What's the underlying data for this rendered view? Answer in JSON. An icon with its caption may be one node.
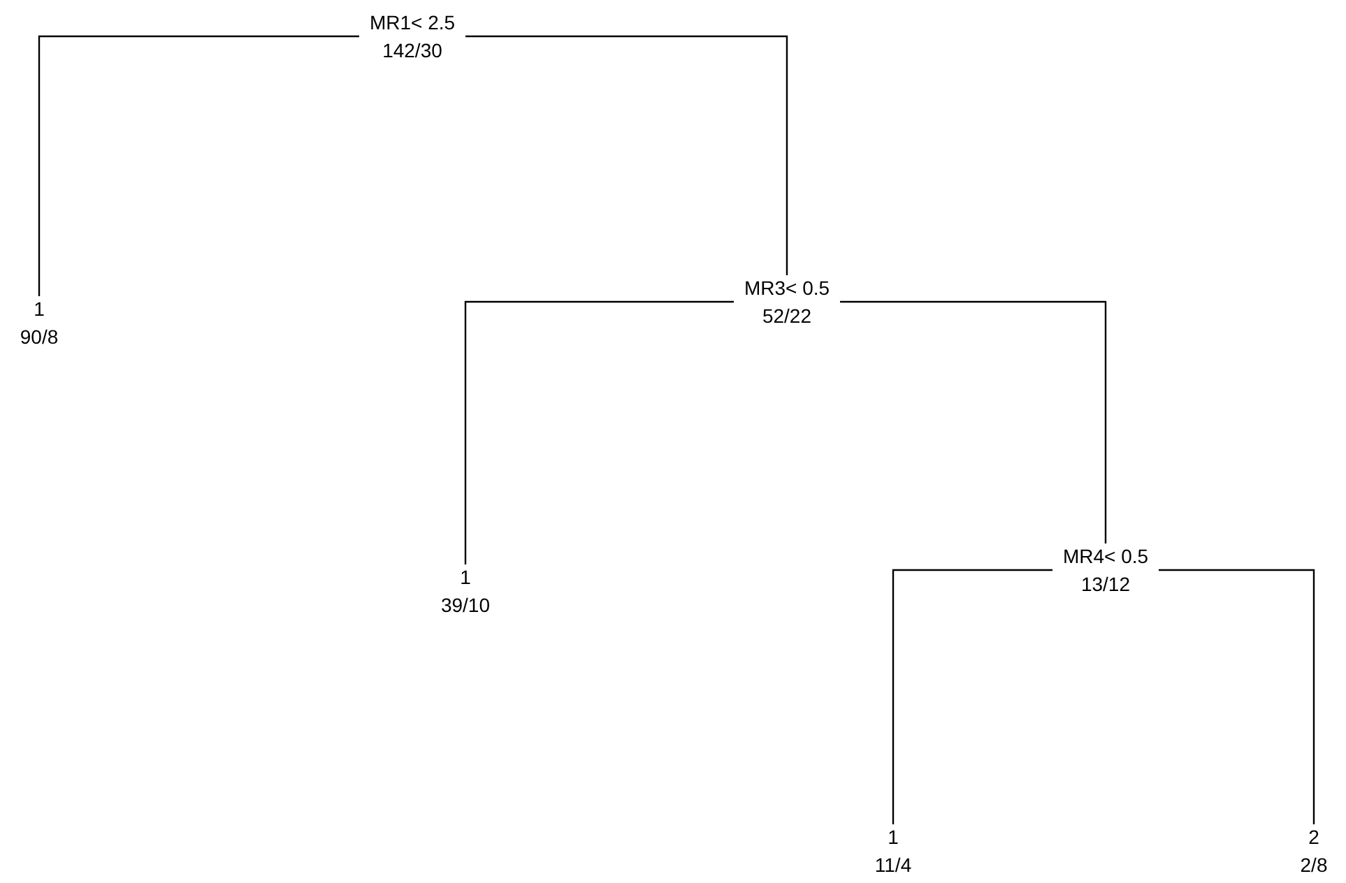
{
  "diagram": {
    "nodes": [
      {
        "text": [
          "MR1< 2.5",
          "142/30"
        ]
      },
      {
        "text": [
          "1",
          "90/8"
        ]
      },
      {
        "text": [
          "MR3< 0.5",
          "52/22"
        ]
      },
      {
        "text": [
          "1",
          "39/10"
        ]
      },
      {
        "text": [
          "MR4< 0.5",
          "13/12"
        ]
      },
      {
        "text": [
          "1",
          "11/4"
        ]
      },
      {
        "text": [
          "2",
          "2/8"
        ]
      }
    ],
    "edges": [
      {
        "from": 0,
        "to": 1,
        "arrow": "none"
      },
      {
        "from": 0,
        "to": 2,
        "arrow": "none"
      },
      {
        "from": 2,
        "to": 3,
        "arrow": "none"
      },
      {
        "from": 2,
        "to": 4,
        "arrow": "none"
      },
      {
        "from": 4,
        "to": 5,
        "arrow": "none"
      },
      {
        "from": 4,
        "to": 6,
        "arrow": "none"
      }
    ]
  }
}
